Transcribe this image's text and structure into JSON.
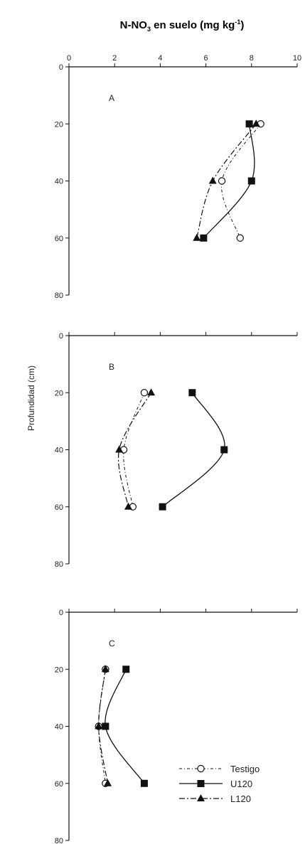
{
  "chart_data": {
    "type": "line",
    "title_main": "N-NO",
    "title_sub": "3",
    "title_rest": " en suelo (mg kg",
    "title_exp": "-1",
    "title_end": ")",
    "ylabel": "Profundidad (cm)",
    "xlim": [
      0,
      10
    ],
    "ylim": [
      0,
      80
    ],
    "x_ticks": [
      "0",
      "2",
      "4",
      "6",
      "8",
      "10"
    ],
    "y_ticks": [
      "0",
      "20",
      "40",
      "60",
      "80"
    ],
    "legend": {
      "placement": "bottom-right",
      "entries": [
        "Testigo",
        "U120",
        "L120"
      ]
    },
    "panels": [
      {
        "label": "A",
        "series": [
          {
            "name": "Testigo",
            "x": [
              8.4,
              6.7,
              7.5
            ],
            "y": [
              20,
              40,
              60
            ]
          },
          {
            "name": "U120",
            "x": [
              7.9,
              8.0,
              5.9
            ],
            "y": [
              20,
              40,
              60
            ]
          },
          {
            "name": "L120",
            "x": [
              8.2,
              6.3,
              5.6
            ],
            "y": [
              20,
              40,
              60
            ]
          }
        ]
      },
      {
        "label": "B",
        "series": [
          {
            "name": "Testigo",
            "x": [
              3.3,
              2.4,
              2.8
            ],
            "y": [
              20,
              40,
              60
            ]
          },
          {
            "name": "U120",
            "x": [
              5.4,
              6.8,
              4.1
            ],
            "y": [
              20,
              40,
              60
            ]
          },
          {
            "name": "L120",
            "x": [
              3.6,
              2.2,
              2.6
            ],
            "y": [
              20,
              40,
              60
            ]
          }
        ]
      },
      {
        "label": "C",
        "series": [
          {
            "name": "Testigo",
            "x": [
              1.6,
              1.3,
              1.6
            ],
            "y": [
              20,
              40,
              60
            ]
          },
          {
            "name": "U120",
            "x": [
              2.5,
              1.6,
              3.3
            ],
            "y": [
              20,
              40,
              60
            ]
          },
          {
            "name": "L120",
            "x": [
              1.6,
              1.3,
              1.7
            ],
            "y": [
              20,
              40,
              60
            ]
          }
        ]
      }
    ]
  }
}
